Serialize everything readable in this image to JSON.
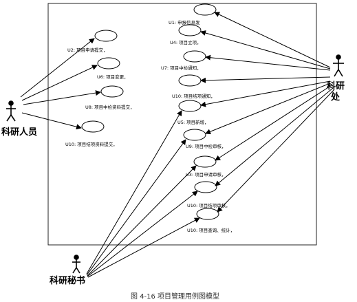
{
  "caption": "图 4-16 项目管理用例图模型",
  "actors": {
    "researcher": "科研人员",
    "office_line1": "科研",
    "office_line2": "处",
    "secretary": "科研秘书"
  },
  "use_cases": {
    "u1": "U1: 申报信息发",
    "u4": "U4: 项目立项，",
    "u7": "U7: 项目中检通知，",
    "u10_notice": "U10: 项目结项通知，",
    "u5": "U5: 项目新增，",
    "u9": "U9: 项目中检审核，",
    "u3": "U3: 项目申请审核，",
    "u10_review": "U10: 项目结项审核，",
    "u10_query": "U10: 项目查询、统计，",
    "u2": "U2: 项目申请提交，",
    "u6": "U6: 项目变更，",
    "u8": "U8: 项目中检资料提交，",
    "u10_submit": "U10: 项目结项资料提交，"
  }
}
